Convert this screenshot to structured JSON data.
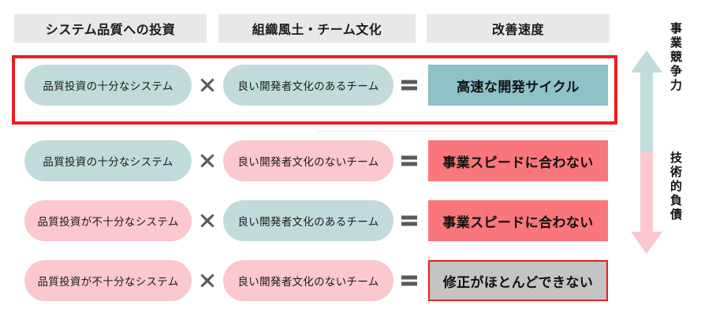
{
  "diagram": {
    "title_columns": [
      "システム品質への投資",
      "組織風土・チーム文化",
      "改善速度"
    ],
    "operators": {
      "multiply": "multiply-icon",
      "equals": "equals-icon"
    },
    "rows": [
      {
        "factor_a": "品質投資の十分なシステム",
        "factor_a_tone": "teal",
        "factor_b": "良い開発者文化のあるチーム",
        "factor_b_tone": "teal",
        "result": "高速な開発サイクル",
        "result_tone": "teal-solid",
        "highlighted": "true"
      },
      {
        "factor_a": "品質投資の十分なシステム",
        "factor_a_tone": "teal",
        "factor_b": "良い開発者文化のないチーム",
        "factor_b_tone": "pink",
        "result": "事業スピードに合わない",
        "result_tone": "red-solid",
        "highlighted": "false"
      },
      {
        "factor_a": "品質投資が不十分なシステム",
        "factor_a_tone": "pink",
        "factor_b": "良い開発者文化のあるチーム",
        "factor_b_tone": "teal",
        "result": "事業スピードに合わない",
        "result_tone": "red-solid",
        "highlighted": "false"
      },
      {
        "factor_a": "品質投資が不十分なシステム",
        "factor_a_tone": "pink",
        "factor_b": "良い開発者文化のないチーム",
        "factor_b_tone": "pink",
        "result": "修正がほとんどできない",
        "result_tone": "grey-solid",
        "highlighted": "false"
      }
    ],
    "axis": {
      "top_label": "事業競争力",
      "bottom_label": "技術的負債",
      "arrow_icon": "double-headed-vertical-arrow-icon"
    },
    "colors": {
      "teal_pill": "#c0dbda",
      "pink_pill": "#fbc8cd",
      "teal_solid": "#8dc2c6",
      "red_solid": "#f9767a",
      "grey_solid": "#c4c4c4",
      "header_bg": "#e8e8e8",
      "highlight_border": "#ef1b24",
      "arrow_up": "#c0dbda",
      "arrow_down": "#fbc8cd",
      "operator": "#555555"
    }
  }
}
